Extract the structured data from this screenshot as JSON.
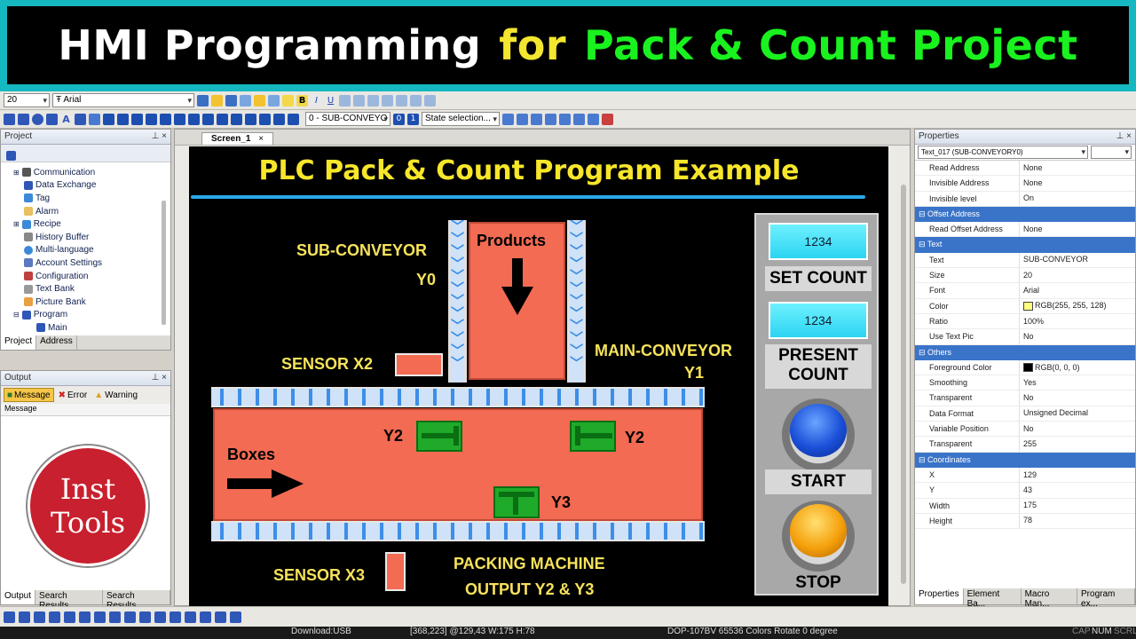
{
  "banner": {
    "part1": "HMI Programming",
    "part2": "for",
    "part3": "Pack & Count Project",
    "colors": {
      "part1": "#ffffff",
      "part2": "#f3e62f",
      "part3": "#19f21e",
      "frame": "#15b8c0"
    }
  },
  "toolbar": {
    "font_size": "20",
    "font_name": "Arial",
    "screen_combo": "0 - SUB-CONVEYO",
    "state_combo": "State selection..."
  },
  "project_panel": {
    "title": "Project",
    "items": [
      "Communication",
      "Data Exchange",
      "Tag",
      "Alarm",
      "Recipe",
      "History Buffer",
      "Multi-language",
      "Account Settings",
      "Configuration",
      "Text Bank",
      "Picture Bank",
      "Program",
      "Main"
    ],
    "tabs": [
      "Project",
      "Address"
    ]
  },
  "output_panel": {
    "title": "Output",
    "filters": [
      "Message",
      "Error",
      "Warning"
    ],
    "column": "Message",
    "tabs": [
      "Output",
      "Search Results...",
      "Search Results..."
    ]
  },
  "logo": {
    "line1": "Inst",
    "line2": "Tools"
  },
  "editor": {
    "tab": "Screen_1",
    "title": "PLC Pack & Count Program Example",
    "labels": {
      "sub_conveyor": "SUB-CONVEYOR",
      "y0": "Y0",
      "products": "Products",
      "sensor_x2": "SENSOR X2",
      "main_conveyor": "MAIN-CONVEYOR",
      "y1": "Y1",
      "boxes": "Boxes",
      "y2_left": "Y2",
      "y2_right": "Y2",
      "y3": "Y3",
      "sensor_x3": "SENSOR X3",
      "packing_line1": "PACKING MACHINE",
      "packing_line2": "OUTPUT Y2 & Y3"
    },
    "control": {
      "set_value": "1234",
      "set_label": "SET COUNT",
      "present_value": "1234",
      "present_label1": "PRESENT",
      "present_label2": "COUNT",
      "start_label": "START",
      "stop_label": "STOP"
    }
  },
  "properties": {
    "title": "Properties",
    "selector": "Text_017 (SUB-CONVEYORY0)",
    "rows_top": [
      {
        "k": "Read Address",
        "v": "None"
      },
      {
        "k": "Invisible Address",
        "v": "None"
      },
      {
        "k": "Invisible level",
        "v": "On"
      }
    ],
    "group_offset": "Offset Address",
    "rows_offset": [
      {
        "k": "Read Offset Address",
        "v": "None"
      }
    ],
    "group_text": "Text",
    "rows_text": [
      {
        "k": "Text",
        "v": "SUB-CONVEYOR"
      },
      {
        "k": "Size",
        "v": "20"
      },
      {
        "k": "Font",
        "v": "Arial"
      },
      {
        "k": "Color",
        "v": "RGB(255, 255, 128)"
      },
      {
        "k": "Ratio",
        "v": "100%"
      },
      {
        "k": "Use Text Pic",
        "v": "No"
      }
    ],
    "group_others": "Others",
    "rows_others": [
      {
        "k": "Foreground Color",
        "v": "RGB(0, 0, 0)"
      },
      {
        "k": "Smoothing",
        "v": "Yes"
      },
      {
        "k": "Transparent",
        "v": "No"
      },
      {
        "k": "Data Format",
        "v": "Unsigned Decimal"
      },
      {
        "k": "Variable Position",
        "v": "No"
      },
      {
        "k": "Transparent",
        "v": "255"
      }
    ],
    "group_coords": "Coordinates",
    "rows_coords": [
      {
        "k": "X",
        "v": "129"
      },
      {
        "k": "Y",
        "v": "43"
      },
      {
        "k": "Width",
        "v": "175"
      },
      {
        "k": "Height",
        "v": "78"
      }
    ],
    "tabs": [
      "Properties",
      "Element Ba...",
      "Macro Man...",
      "Program ex..."
    ]
  },
  "statusbar": {
    "download": "Download:USB",
    "position": "[368,223] @129,43 W:175 H:78",
    "device": "DOP-107BV 65536 Colors Rotate 0 degree",
    "cap": "CAP",
    "num": "NUM",
    "scrl": "SCRL"
  }
}
